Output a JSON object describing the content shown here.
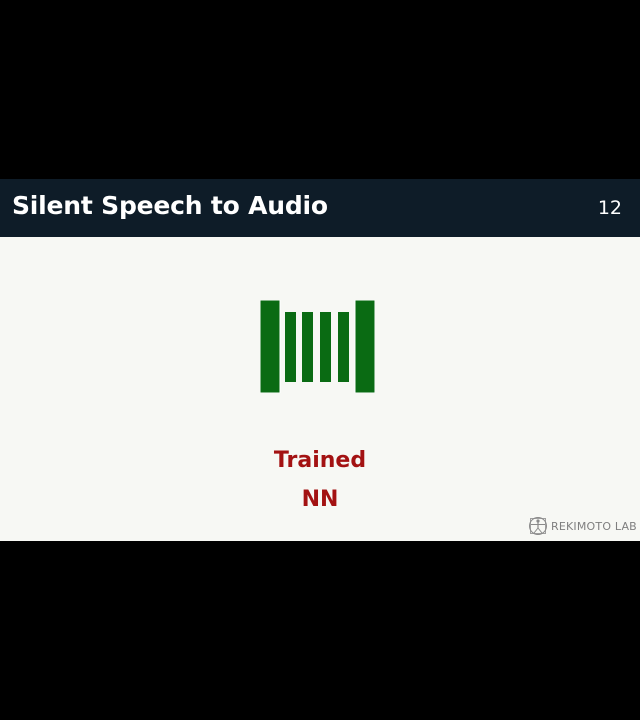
{
  "slide": {
    "title": "Silent Speech to Audio",
    "number": "12",
    "caption_lines": [
      "Trained",
      "NN"
    ],
    "logo_text": "REKIMOTO LAB",
    "icon": "neural-network-bars-icon"
  },
  "colors": {
    "header_bg": "#0e1c28",
    "slide_bg": "#f7f8f4",
    "bar_green": "#0a6b13",
    "caption_red": "#a31212",
    "logo_gray": "#8a8a8a"
  }
}
